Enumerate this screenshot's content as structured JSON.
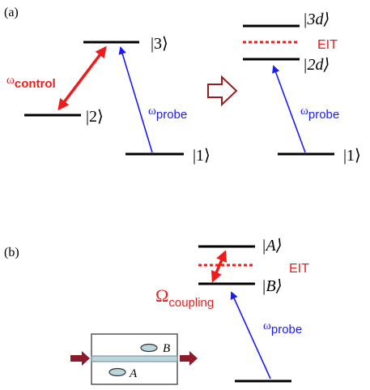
{
  "panel_a": {
    "label": "(a)",
    "levels": {
      "three": "|3⟩",
      "two": "|2⟩",
      "one": "|1⟩",
      "dressed_3d": "|3d⟩",
      "dressed_2d": "|2d⟩",
      "one_right": "|1⟩"
    },
    "omega_control": {
      "symbol": "ω",
      "sub": "control"
    },
    "omega_probe": {
      "symbol": "ω",
      "sub": "probe"
    },
    "omega_probe_right": {
      "symbol": "ω",
      "sub": "probe"
    },
    "eit": "EIT"
  },
  "panel_b": {
    "label": "(b)",
    "levels": {
      "A": "|A⟩",
      "B": "|B⟩"
    },
    "omega_coupling": {
      "symbol": "Ω",
      "sub": "coupling"
    },
    "omega_probe": {
      "symbol": "ω",
      "sub": "probe"
    },
    "eit": "EIT",
    "resonator_labels": {
      "B": "B",
      "A": "A"
    }
  },
  "colors": {
    "level": "#000000",
    "control": "#ee1c1c",
    "probe": "#1a1aff",
    "implies_arrow": "#9a1d1d",
    "waveguide": "#bcd6dd",
    "feed_arrow": "#8b1a2a",
    "box_fill": "#ffffff"
  }
}
